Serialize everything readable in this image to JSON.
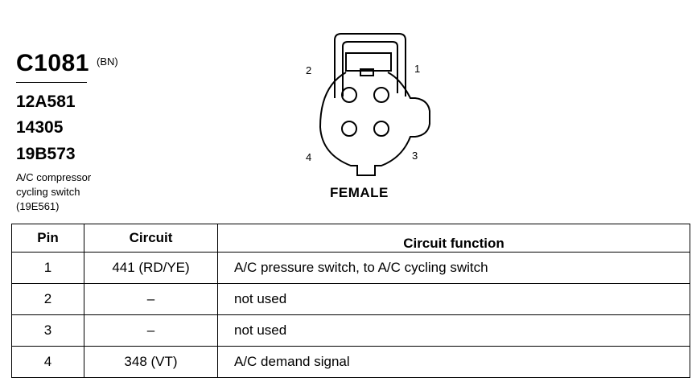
{
  "connector": {
    "id": "C1081",
    "color": "(BN)",
    "part_numbers": [
      "12A581",
      "14305",
      "19B573"
    ],
    "description_lines": [
      "A/C compressor",
      "cycling switch",
      "(19E561)"
    ]
  },
  "diagram": {
    "pin_labels": {
      "p1": "1",
      "p2": "2",
      "p3": "3",
      "p4": "4"
    },
    "gender": "FEMALE"
  },
  "table": {
    "headers": {
      "pin": "Pin",
      "circuit": "Circuit",
      "function": "Circuit function"
    },
    "rows": [
      {
        "pin": "1",
        "circuit": "441 (RD/YE)",
        "function": "A/C pressure switch, to A/C cycling switch"
      },
      {
        "pin": "2",
        "circuit": "–",
        "function": "not used"
      },
      {
        "pin": "3",
        "circuit": "–",
        "function": "not used"
      },
      {
        "pin": "4",
        "circuit": "348 (VT)",
        "function": "A/C demand signal"
      }
    ]
  }
}
